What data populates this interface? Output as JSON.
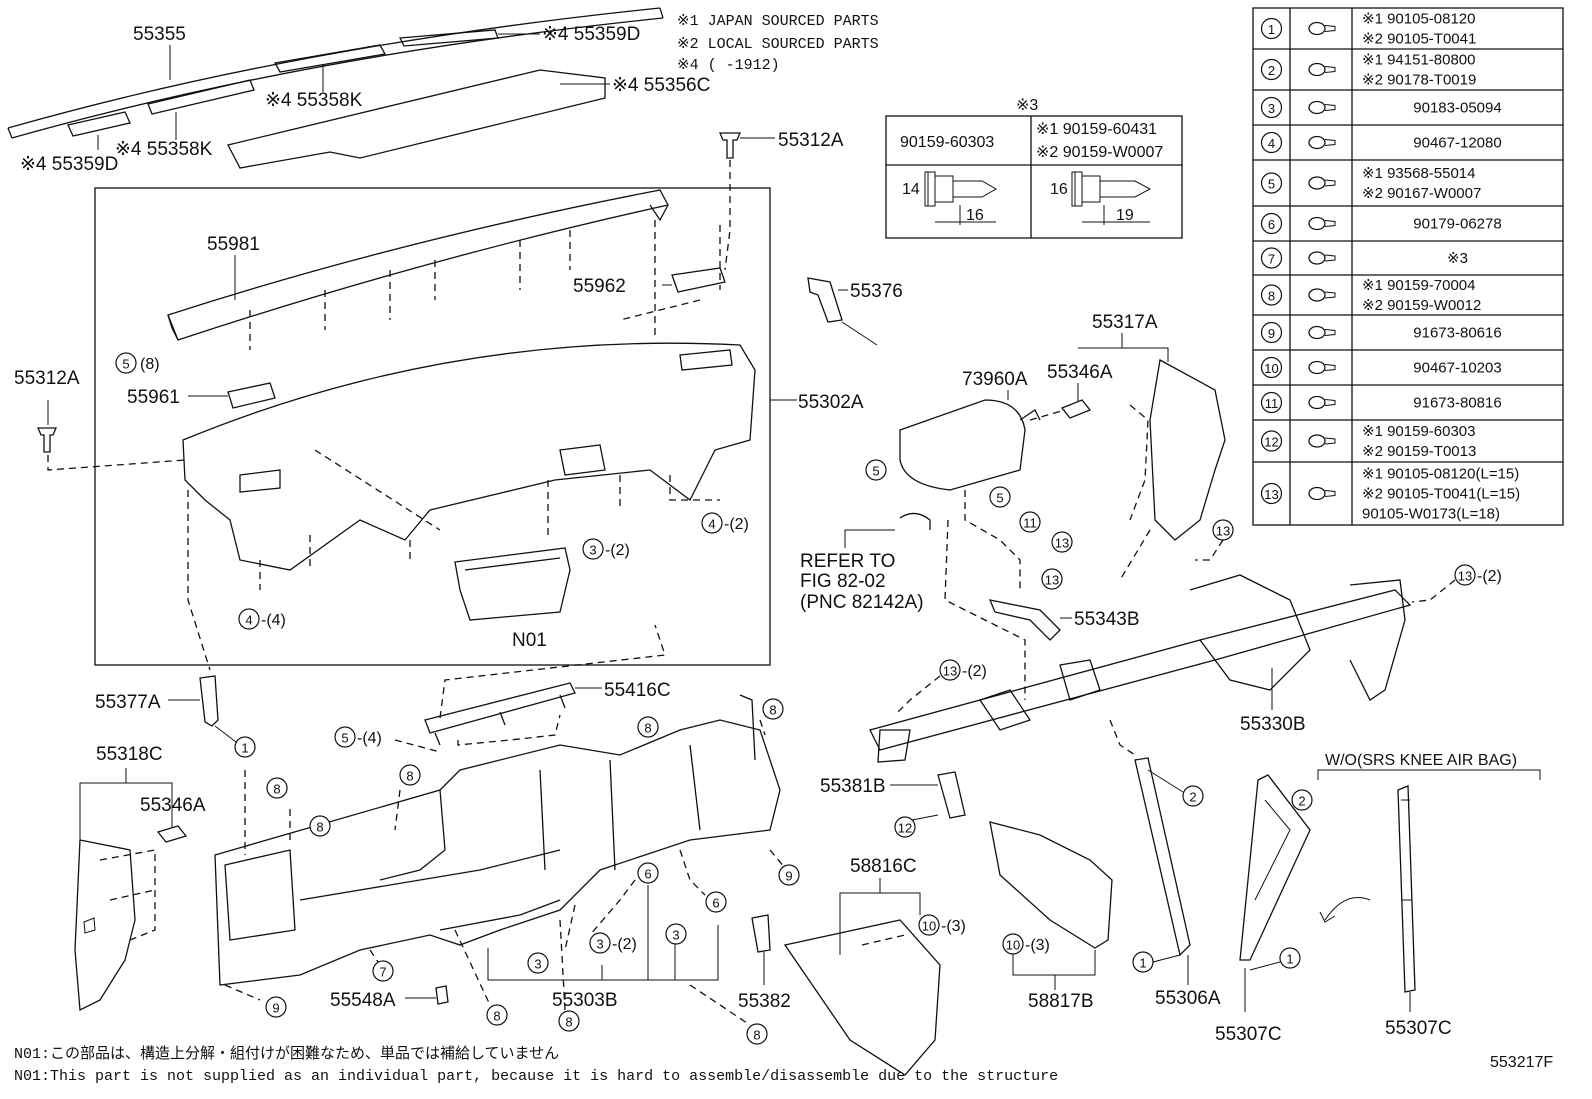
{
  "notes": {
    "n1": "※1 JAPAN SOURCED PARTS",
    "n2": "※2 LOCAL SOURCED PARTS",
    "n4": "※4 (      -1912)"
  },
  "parts": {
    "p55355": "55355",
    "p55359D_top": "※4 55359D",
    "p55358K_a": "※4 55358K",
    "p55356C": "※4 55356C",
    "p55359D_left": "※4 55359D",
    "p55358K_b": "※4 55358K",
    "p55312A_top": "55312A",
    "p55981": "55981",
    "p55962": "55962",
    "p55376": "55376",
    "p55312A_left": "55312A",
    "p55961": "55961",
    "p55302A": "55302A",
    "refer1": "REFER TO",
    "refer2": "FIG 82-02",
    "refer3": "(PNC 82142A)",
    "pN01": "N01",
    "p73960A": "73960A",
    "p55346A_r": "55346A",
    "p55317A": "55317A",
    "p55343B": "55343B",
    "p55330B": "55330B",
    "p55377A": "55377A",
    "p55416C": "55416C",
    "p55318C": "55318C",
    "p55346A_l": "55346A",
    "p55381B": "55381B",
    "p58816C": "58816C",
    "p55548A": "55548A",
    "p55303B": "55303B",
    "p55382": "55382",
    "p58817B": "58817B",
    "p55306A": "55306A",
    "p55307C_a": "55307C",
    "p55307C_b": "55307C",
    "wo_knee": "W/O(SRS KNEE AIR BAG)"
  },
  "callouts": {
    "c5_8": "(8)",
    "c4_2_r": "-(2)",
    "c3_2_top": "-(2)",
    "c4_4": "-(4)",
    "c13_2_r": "-(2)",
    "c13_2_l": "-(2)",
    "c5_4": "-(4)",
    "c3_2_bot": "-(2)",
    "c10_3_a": "-(3)",
    "c10_3_b": "-(3)"
  },
  "box3": {
    "title": "※3",
    "left_part": "90159-60303",
    "right_part_1": "※1 90159-60431",
    "right_part_2": "※2 90159-W0007",
    "dim_left_h": "14",
    "dim_left_w": "16",
    "dim_right_h": "16",
    "dim_right_w": "19"
  },
  "table": {
    "rows": [
      {
        "num": "1",
        "lines": [
          "※1 90105-08120",
          "※2 90105-T0041"
        ]
      },
      {
        "num": "2",
        "lines": [
          "※1 94151-80800",
          "※2 90178-T0019"
        ]
      },
      {
        "num": "3",
        "lines": [
          "90183-05094"
        ]
      },
      {
        "num": "4",
        "lines": [
          "90467-12080"
        ]
      },
      {
        "num": "5",
        "lines": [
          "※1 93568-55014",
          "※2 90167-W0007"
        ]
      },
      {
        "num": "6",
        "lines": [
          "90179-06278"
        ]
      },
      {
        "num": "7",
        "lines": [
          "※3"
        ]
      },
      {
        "num": "8",
        "lines": [
          "※1 90159-70004",
          "※2 90159-W0012"
        ]
      },
      {
        "num": "9",
        "lines": [
          "91673-80616"
        ]
      },
      {
        "num": "10",
        "lines": [
          "90467-10203"
        ]
      },
      {
        "num": "11",
        "lines": [
          "91673-80816"
        ]
      },
      {
        "num": "12",
        "lines": [
          "※1 90159-60303",
          "※2 90159-T0013"
        ]
      },
      {
        "num": "13",
        "lines": [
          "※1 90105-08120(L=15)",
          "※2 90105-T0041(L=15)",
          "90105-W0173(L=18)"
        ]
      }
    ],
    "length_label": "L"
  },
  "footer": {
    "jp": "N01:この部品は、構造上分解・組付けが困難なため、単品では補給していません",
    "en": "N01:This part is not supplied as an individual part, because it is hard to assemble/disassemble due to the structure",
    "fig": "553217F"
  }
}
